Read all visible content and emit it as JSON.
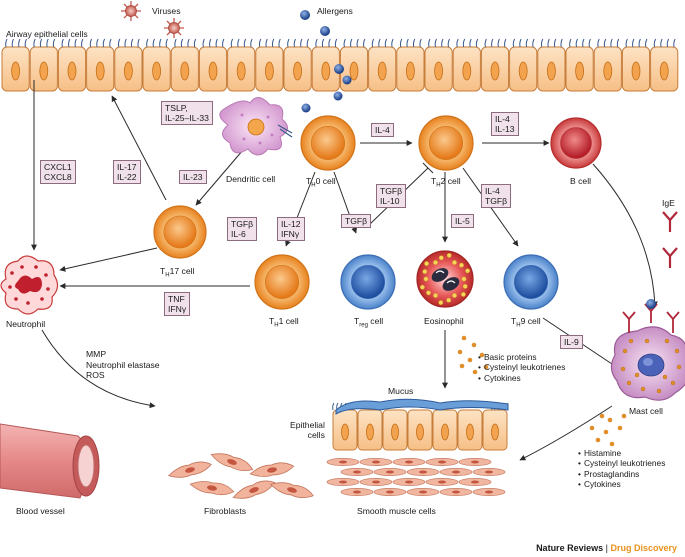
{
  "labels": {
    "airway": "Airway epithelial cells",
    "viruses": "Viruses",
    "allergens": "Allergens",
    "dendritic": "Dendritic cell",
    "th0_main": "T",
    "th0_sub": "H",
    "th0_rest": "0 cell",
    "th2_main": "T",
    "th2_sub": "H",
    "th2_rest": "2 cell",
    "bcell": "B cell",
    "th17_main": "T",
    "th17_sub": "H",
    "th17_rest": "17 cell",
    "th1_main": "T",
    "th1_sub": "H",
    "th1_rest": "1 cell",
    "treg_main": "T",
    "treg_sub": "reg",
    "treg_rest": " cell",
    "eosinophil": "Eosinophil",
    "th9_main": "T",
    "th9_sub": "H",
    "th9_rest": "9 cell",
    "neutrophil": "Neutrophil",
    "mast": "Mast cell",
    "ige": "IgE",
    "mucus": "Mucus",
    "epithelial_1": "Epithelial",
    "epithelial_2": "cells",
    "blood_vessel": "Blood vessel",
    "fibroblasts": "Fibroblasts",
    "smooth_muscle": "Smooth muscle cells"
  },
  "mediator_boxes": {
    "tslp_1": "TSLP,",
    "tslp_2": "IL-25–IL-33",
    "il4": "IL-4",
    "il4_il13_1": "IL-4",
    "il4_il13_2": "IL-13",
    "cxcl1": "CXCL1",
    "cxcl8": "CXCL8",
    "il17": "IL-17",
    "il22": "IL-22",
    "il23": "IL-23",
    "tgfb_il6_1": "TGFβ",
    "tgfb_il6_2": "IL-6",
    "il12": "IL-12",
    "ifng": "IFNγ",
    "tgfb": "TGFβ",
    "tgfb_il10_1": "TGFβ",
    "tgfb_il10_2": "IL-10",
    "il5": "IL-5",
    "il4_tgfb_1": "IL-4",
    "il4_tgfb_2": "TGFβ",
    "tnf": "TNF",
    "tnf_ifng": "IFNγ",
    "il9": "IL-9"
  },
  "neutrophil_products": [
    "MMP",
    "Neutrophil elastase",
    "ROS"
  ],
  "eosinophil_products": [
    "Basic proteins",
    "Cysteinyl leukotrienes",
    "Cytokines"
  ],
  "mast_products": [
    "Histamine",
    "Cysteinyl leukotrienes",
    "Prostaglandins",
    "Cytokines"
  ],
  "credit": {
    "journal": "Nature Reviews",
    "separator": "|",
    "section": "Drug Discovery"
  }
}
